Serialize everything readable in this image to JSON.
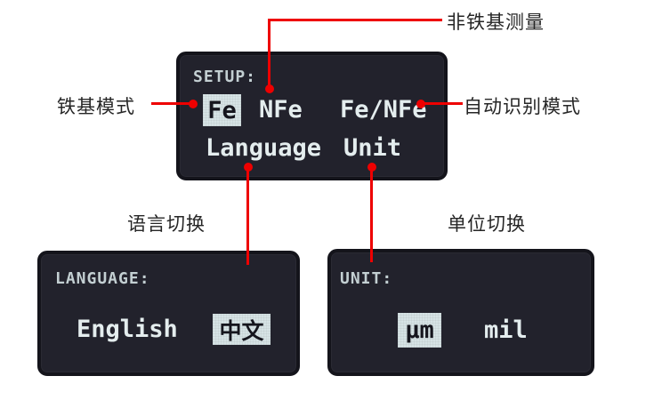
{
  "figure": {
    "callouts": {
      "nfe_measure": "非铁基测量",
      "fe_mode": "铁基模式",
      "auto_mode": "自动识别模式",
      "language_switch": "语言切换",
      "unit_switch": "单位切换"
    },
    "screens": {
      "setup": {
        "title": "SETUP:",
        "modes": [
          {
            "label": "Fe",
            "selected": true
          },
          {
            "label": "NFe",
            "selected": false
          },
          {
            "label": "Fe/NFe",
            "selected": false
          }
        ],
        "menu": [
          {
            "label": "Language"
          },
          {
            "label": "Unit"
          }
        ]
      },
      "language": {
        "title": "LANGUAGE:",
        "options": [
          {
            "label": "English",
            "selected": false
          },
          {
            "label": "中文",
            "selected": true
          }
        ]
      },
      "unit": {
        "title": "UNIT:",
        "options": [
          {
            "label": "µm",
            "selected": true
          },
          {
            "label": "mil",
            "selected": false
          }
        ]
      }
    },
    "colors": {
      "callout_red": "#ee0000",
      "lcd_background": "#22222c",
      "lcd_border": "#14141b",
      "lcd_text": "#e4edee",
      "lcd_title_text": "#c3cfd2",
      "highlight_background": "#d6e3e5",
      "highlight_text": "#15151d"
    }
  }
}
